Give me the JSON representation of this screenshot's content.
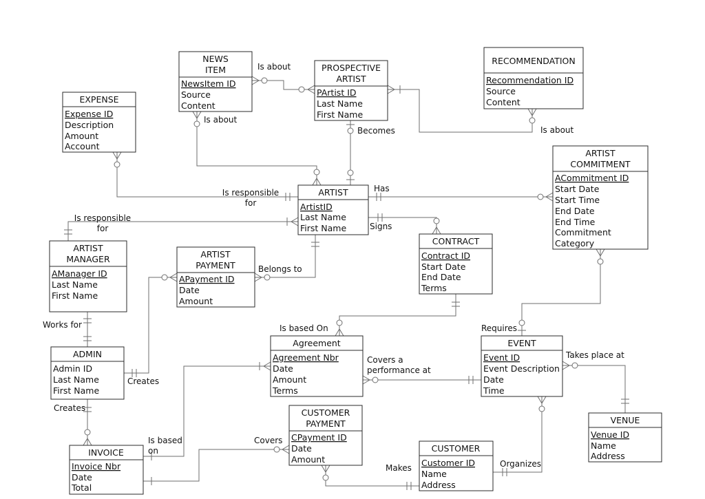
{
  "entities": {
    "news_item": {
      "title": [
        "NEWS",
        "ITEM"
      ],
      "attrs": [
        "NewsItem ID",
        "Source",
        "Content"
      ]
    },
    "prospective_artist": {
      "title": [
        "PROSPECTIVE",
        "ARTIST"
      ],
      "attrs": [
        "PArtist ID",
        "Last Name",
        "First Name"
      ]
    },
    "recommendation": {
      "title": [
        "RECOMMENDATION"
      ],
      "attrs": [
        "Recommendation ID",
        "Source",
        "Content"
      ]
    },
    "expense": {
      "title": [
        "EXPENSE"
      ],
      "attrs": [
        "Expense ID",
        "Description",
        "Amount",
        "Account"
      ]
    },
    "artist": {
      "title": [
        "ARTIST"
      ],
      "attrs": [
        "ArtistID",
        "Last Name",
        "First Name"
      ]
    },
    "artist_commitment": {
      "title": [
        "ARTIST",
        "COMMITMENT"
      ],
      "attrs": [
        "ACommitment ID",
        "Start Date",
        "Start Time",
        "End Date",
        "End Time",
        "Commitment",
        "Category"
      ]
    },
    "artist_manager": {
      "title": [
        "ARTIST",
        "MANAGER"
      ],
      "attrs": [
        "AManager ID",
        "Last Name",
        "First Name"
      ]
    },
    "artist_payment": {
      "title": [
        "ARTIST",
        "PAYMENT"
      ],
      "attrs": [
        "APayment ID",
        "Date",
        "Amount"
      ]
    },
    "contract": {
      "title": [
        "CONTRACT"
      ],
      "attrs": [
        "Contract ID",
        "Start Date",
        "End Date",
        "Terms"
      ]
    },
    "admin": {
      "title": [
        "ADMIN"
      ],
      "attrs": [
        "Admin ID",
        "Last Name",
        "First Name"
      ]
    },
    "agreement": {
      "title": [
        "Agreement"
      ],
      "attrs": [
        "Agreement Nbr",
        "Date",
        "Amount",
        "Terms"
      ]
    },
    "event": {
      "title": [
        "EVENT"
      ],
      "attrs": [
        "Event ID",
        "Event Description",
        "Date",
        "Time"
      ]
    },
    "venue": {
      "title": [
        "VENUE"
      ],
      "attrs": [
        "Venue ID",
        "Name",
        "Address"
      ]
    },
    "customer_payment": {
      "title": [
        "CUSTOMER",
        "PAYMENT"
      ],
      "attrs": [
        "CPayment ID",
        "Date",
        "Amount"
      ]
    },
    "invoice": {
      "title": [
        "INVOICE"
      ],
      "attrs": [
        "Invoice Nbr",
        "Date",
        "Total"
      ]
    },
    "customer": {
      "title": [
        "CUSTOMER"
      ],
      "attrs": [
        "Customer ID",
        "Name",
        "Address"
      ]
    }
  },
  "relationships": {
    "news_about_prospect": "Is about",
    "news_about_artist": "Is about",
    "prospect_becomes": "Becomes",
    "recommendation_about": "Is about",
    "expense_responsible": [
      "Is responsible",
      "for"
    ],
    "manager_responsible": [
      "Is responsible",
      "for"
    ],
    "artist_has": "Has",
    "artist_signs": "Signs",
    "payment_belongs": "Belongs to",
    "works_for": "Works for",
    "admin_creates_payment": "Creates",
    "admin_creates_invoice": "Creates",
    "is_based_on_contract": "Is based On",
    "covers_performance": [
      "Covers a",
      "performance at"
    ],
    "requires": "Requires",
    "takes_place_at": "Takes place at",
    "invoice_based_on": [
      "Is based",
      "on"
    ],
    "covers": "Covers",
    "makes": "Makes",
    "organizes": "Organizes"
  }
}
